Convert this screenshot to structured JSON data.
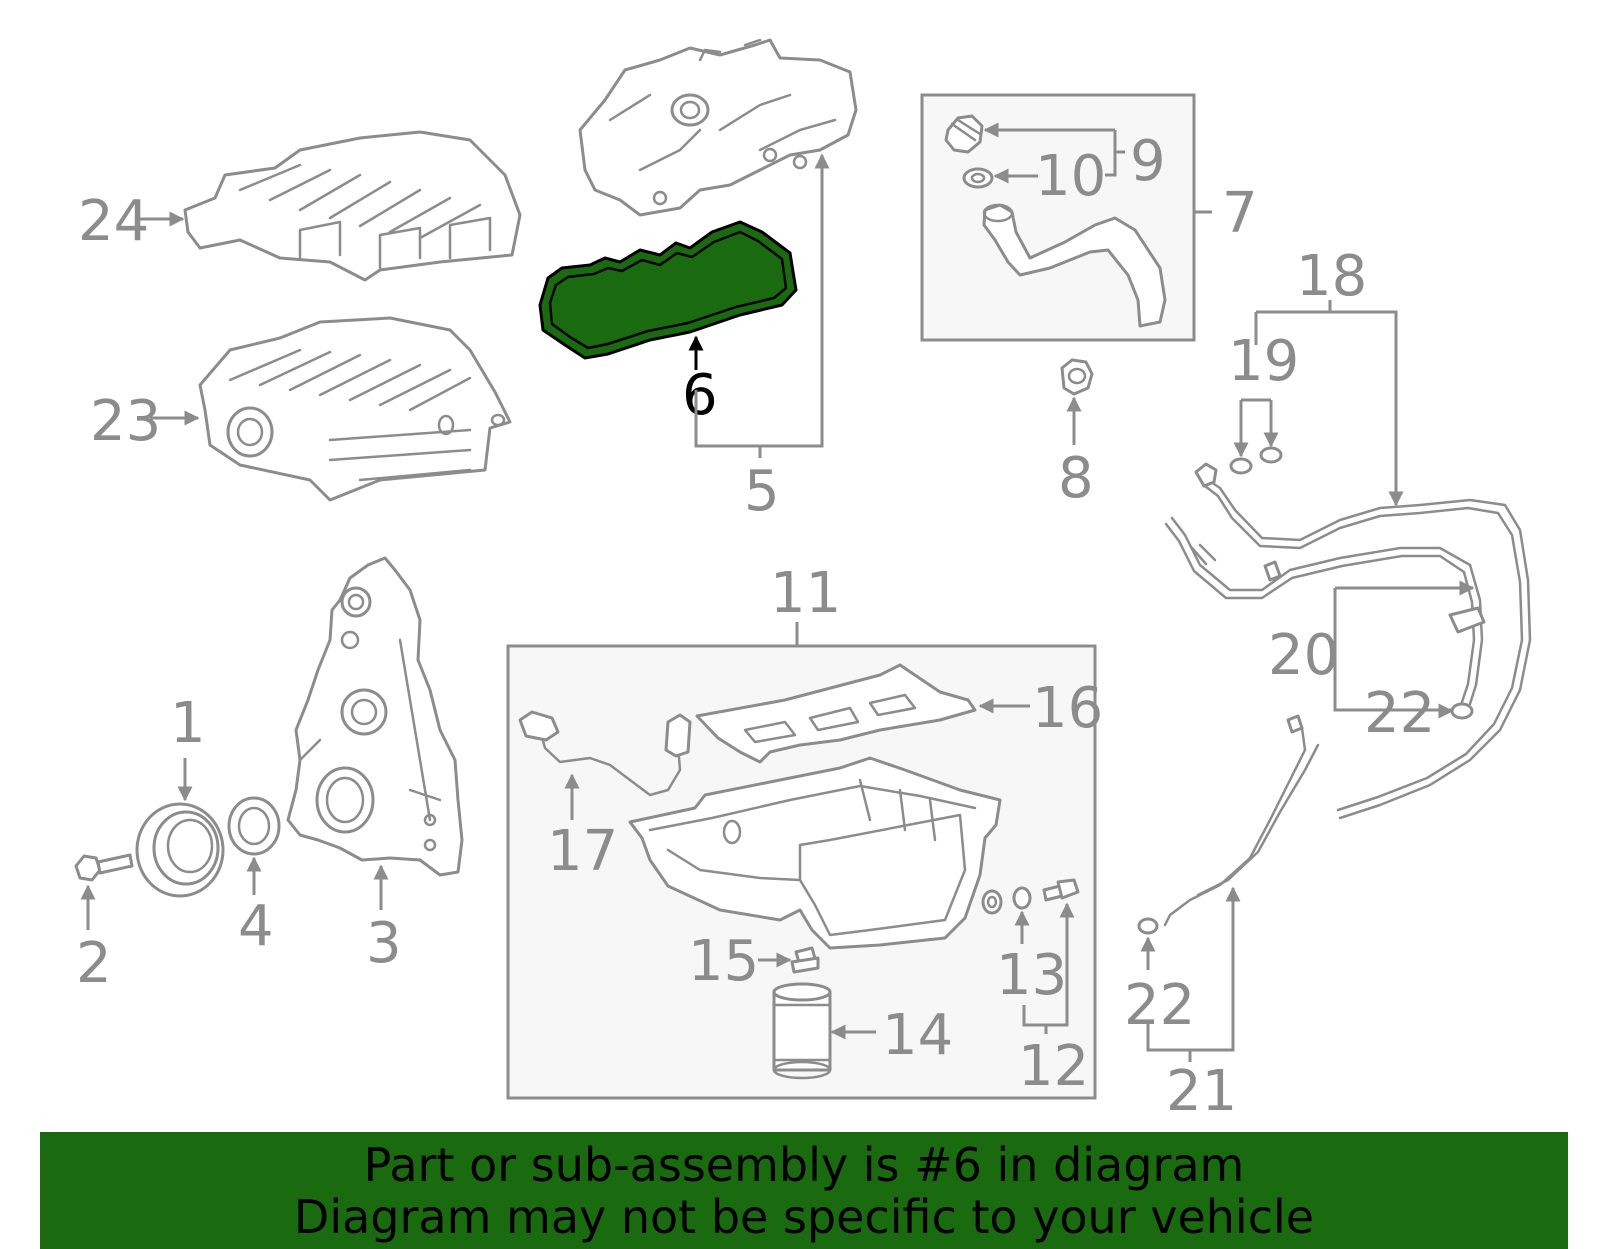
{
  "diagram": {
    "highlighted_part": "6",
    "highlight_color": "#1a6b10",
    "part_line_color": "#8c8c8c",
    "box_fill": "#f7f7f7",
    "callouts": {
      "c1": "1",
      "c2": "2",
      "c3": "3",
      "c4": "4",
      "c5": "5",
      "c6": "6",
      "c7": "7",
      "c8": "8",
      "c9": "9",
      "c10": "10",
      "c11": "11",
      "c12": "12",
      "c13": "13",
      "c14": "14",
      "c15": "15",
      "c16": "16",
      "c17": "17",
      "c18": "18",
      "c19": "19",
      "c20": "20",
      "c21": "21",
      "c22a": "22",
      "c22b": "22",
      "c23": "23",
      "c24": "24"
    }
  },
  "banner": {
    "color": "#1a6b10",
    "line1": "Part or sub-assembly is #6 in diagram",
    "line2": "Diagram may not be specific to your vehicle"
  }
}
